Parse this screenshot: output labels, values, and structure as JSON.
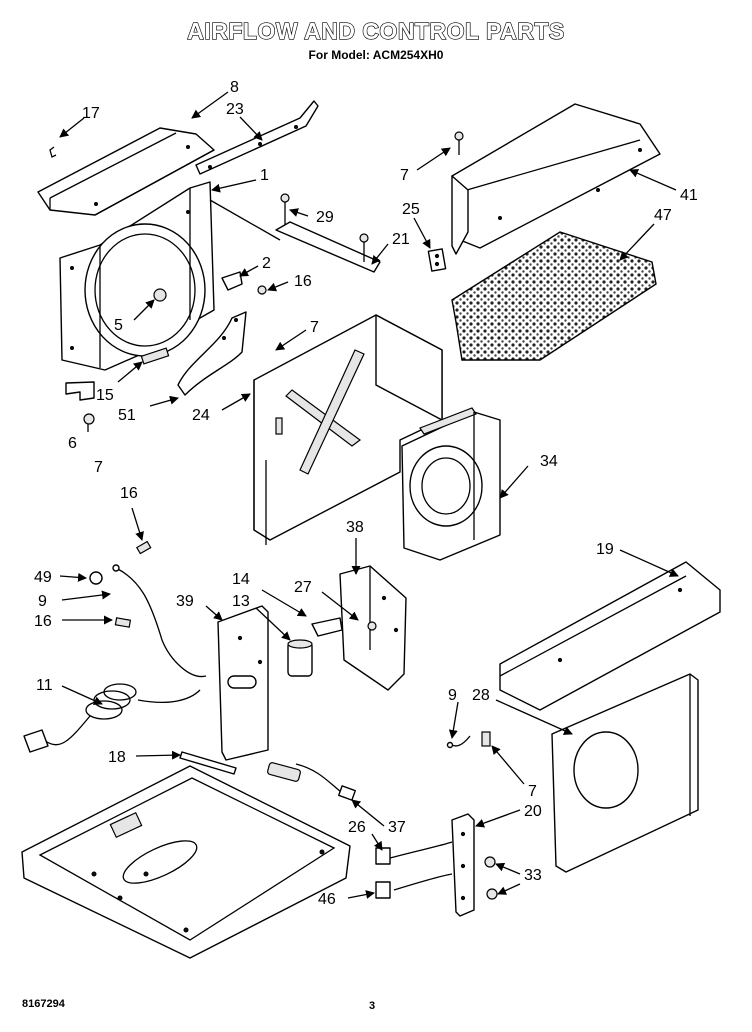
{
  "header": {
    "title": "AIRFLOW AND CONTROL PARTS",
    "subtitle": "For Model: ACM254XH0"
  },
  "footer": {
    "doc_number": "8167294",
    "page_number": "3"
  },
  "callouts": {
    "c17": "17",
    "c8": "8",
    "c23": "23",
    "c1": "1",
    "c7a": "7",
    "c41": "41",
    "c47": "47",
    "c25": "25",
    "c29": "29",
    "c21": "21",
    "c2": "2",
    "c16a": "16",
    "c5": "5",
    "c7b": "7",
    "c15": "15",
    "c51": "51",
    "c24": "24",
    "c6": "6",
    "c7c": "7",
    "c34": "34",
    "c16b": "16",
    "c49": "49",
    "c9a": "9",
    "c16c": "16",
    "c38": "38",
    "c14": "14",
    "c27": "27",
    "c39": "39",
    "c13": "13",
    "c19": "19",
    "c11": "11",
    "c9b": "9",
    "c28": "28",
    "c18": "18",
    "c7d": "7",
    "c20": "20",
    "c26": "26",
    "c37": "37",
    "c33": "33",
    "c46": "46"
  }
}
